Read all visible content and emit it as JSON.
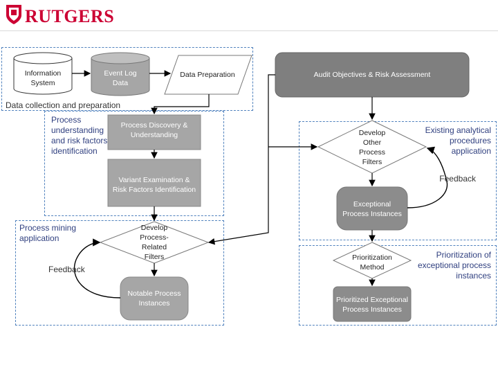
{
  "header": {
    "brand": "RUTGERS",
    "logo_icon": "rutgers-shield-icon",
    "accent": "#cc0033"
  },
  "nodes": {
    "information_system": "Information System",
    "event_log_data": "Event Log Data",
    "data_preparation": "Data Preparation",
    "audit_objectives": "Audit Objectives & Risk Assessment",
    "process_discovery": "Process Discovery & Understanding",
    "variant_examination": "Variant Examination & Risk Factors Identification",
    "develop_process_filters": "Develop Process-Related Filters",
    "notable_process_instances": "Notable Process Instances",
    "develop_other_filters": "Develop Other Process Filters",
    "exceptional_process_instances": "Exceptional Process Instances",
    "prioritization_method": "Prioritization Method",
    "prioritized_exceptional": "Prioritized Exceptional Process Instances"
  },
  "labels": {
    "data_collection": "Data collection and preparation",
    "process_understanding": "Process understanding and risk factors identification",
    "process_mining_application": "Process mining application",
    "feedback_left": "Feedback",
    "existing_analytical": "Existing analytical procedures application",
    "feedback_right": "Feedback",
    "prioritization_of": "Prioritization of exceptional process instances"
  },
  "colors": {
    "box_gray": "#a6a6a6",
    "box_dark": "#8c8c8c",
    "dashed_border": "#4f81bd",
    "arrow": "#000000"
  }
}
